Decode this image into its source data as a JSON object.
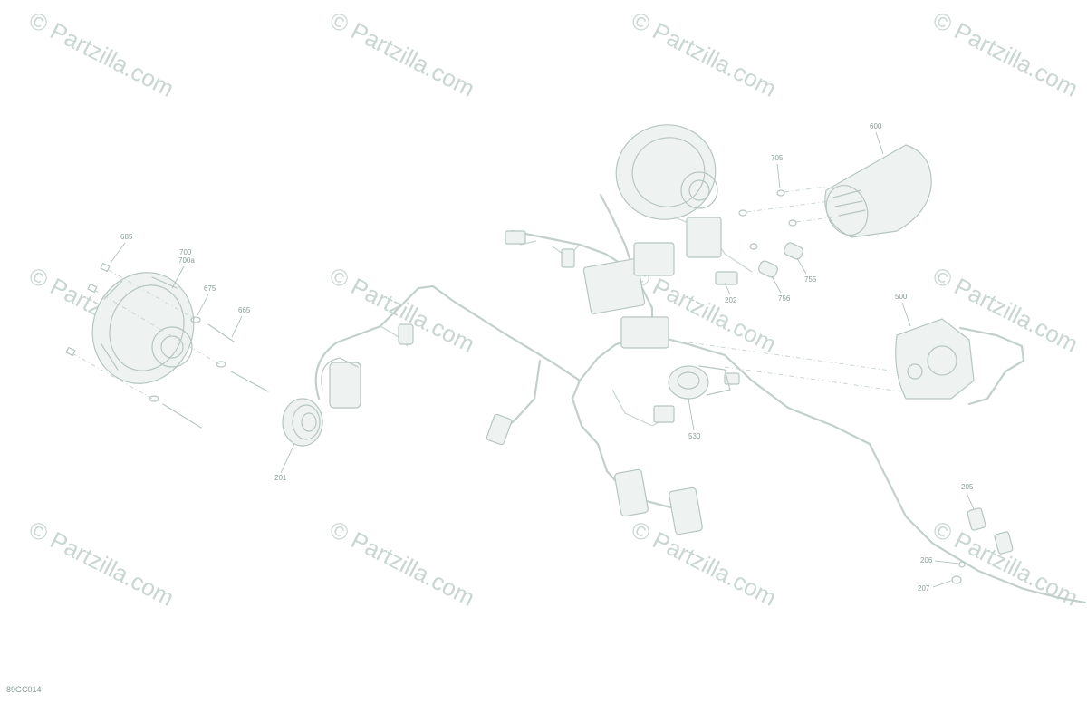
{
  "watermark": {
    "text": "© Partzilla.com"
  },
  "diagram_code": "89GC014",
  "callouts": {
    "c685": "685",
    "c700": "700",
    "c700a": "700a",
    "c675": "675",
    "c665": "665",
    "c201": "201",
    "c600": "600",
    "c705": "705",
    "c755": "755",
    "c756": "756",
    "c202": "202",
    "c500": "500",
    "c530": "530",
    "c205": "205",
    "c206": "206",
    "c207": "207"
  }
}
